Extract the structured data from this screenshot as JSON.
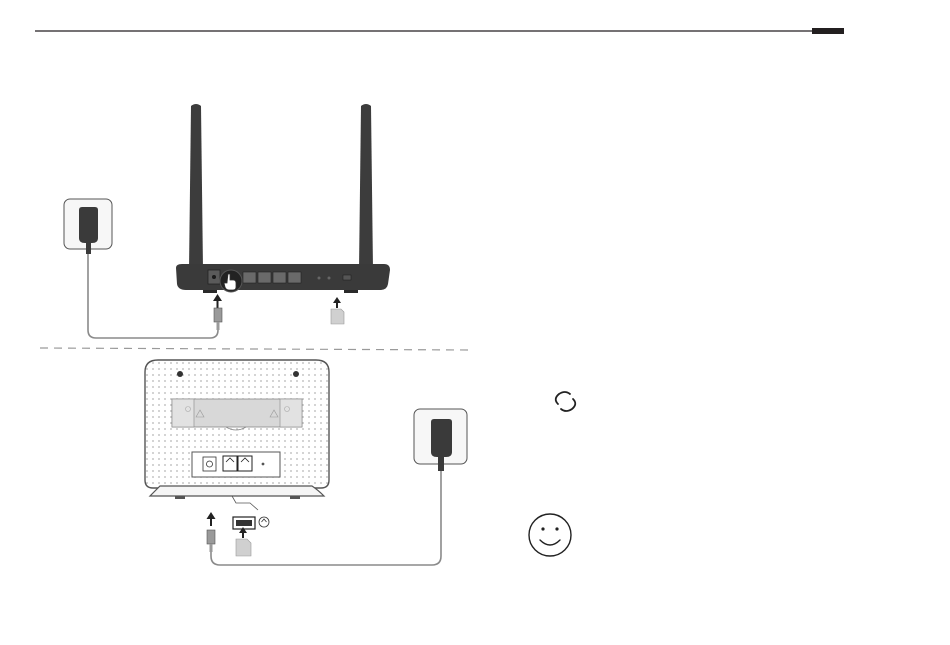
{
  "page": {
    "header_rule_color": "#231f20",
    "header_tab_color": "#231f20"
  },
  "figures": {
    "top_router": {
      "description_icons": [
        "antenna-left",
        "antenna-right",
        "power-port",
        "power-button",
        "lan-ports",
        "sim-slot",
        "power-plug",
        "sim-card",
        "arrow-up-icon"
      ]
    },
    "bottom_router": {
      "description_icons": [
        "router-body",
        "power-port",
        "lan-ports",
        "sim-tray",
        "sim-card",
        "power-plug",
        "arrow-up-icon"
      ]
    }
  },
  "icons": {
    "link_icon": "link-icon",
    "smiley_icon": "smiley-icon"
  },
  "colors": {
    "dark": "#3a3a3a",
    "mid": "#666666",
    "cable": "#8a8a8a",
    "fill_light": "#f2f2f2",
    "fill_gray": "#d7d7d7"
  }
}
